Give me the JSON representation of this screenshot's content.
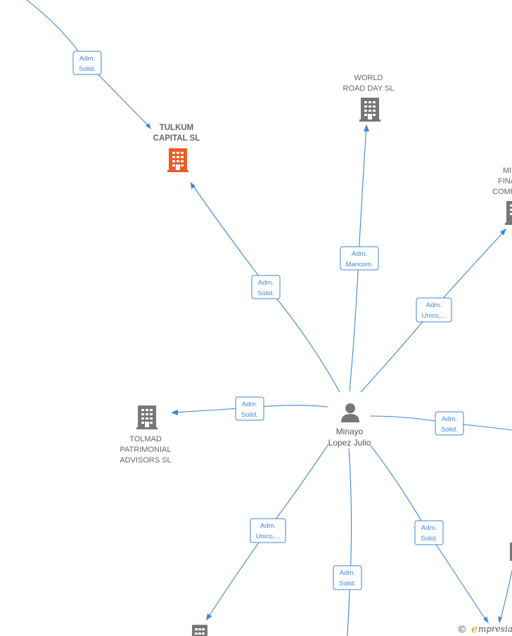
{
  "colors": {
    "edge": "#3f86d8",
    "node_gray": "#777777",
    "node_highlight": "#f05a24",
    "label": "#666666"
  },
  "center": {
    "name_line1": "Minayo",
    "name_line2": "Lopez Julio",
    "icon": "person-icon"
  },
  "companies": [
    {
      "id": "tulkum",
      "lines": [
        "TULKUM",
        "CAPITAL  SL"
      ],
      "highlight": true,
      "icon": "building-icon"
    },
    {
      "id": "world",
      "lines": [
        "WORLD",
        "ROAD DAY  SL"
      ],
      "highlight": false,
      "icon": "building-icon"
    },
    {
      "id": "mifina",
      "lines": [
        "MI",
        "FINA",
        "COMP"
      ],
      "highlight": false,
      "icon": "building-icon"
    },
    {
      "id": "tolmad",
      "lines": [
        "TOLMAD",
        "PATRIMONIAL",
        "ADVISORS  SL"
      ],
      "highlight": false,
      "icon": "building-icon"
    },
    {
      "id": "bottom_left",
      "lines": [],
      "highlight": false,
      "icon": "building-icon"
    }
  ],
  "edge_labels": [
    {
      "id": "top-left-offscreen",
      "lines": [
        "Adm.",
        "Solid."
      ]
    },
    {
      "id": "tulkum",
      "lines": [
        "Adm.",
        "Solid."
      ]
    },
    {
      "id": "world",
      "lines": [
        "Adm.",
        "Mancom."
      ]
    },
    {
      "id": "mifina",
      "lines": [
        "Adm.",
        "Unico,..."
      ]
    },
    {
      "id": "tolmad",
      "lines": [
        "Adm.",
        "Solid."
      ]
    },
    {
      "id": "right",
      "lines": [
        "Adm.",
        "Solid."
      ]
    },
    {
      "id": "bottom-left",
      "lines": [
        "Adm.",
        "Unico,..."
      ]
    },
    {
      "id": "bottom",
      "lines": [
        "Adm.",
        "Solid."
      ]
    },
    {
      "id": "bottom-right",
      "lines": [
        "Adm.",
        "Solid."
      ]
    }
  ],
  "footer": {
    "copyright": "©",
    "brand_initial": "e",
    "brand_rest": "mpresia"
  }
}
